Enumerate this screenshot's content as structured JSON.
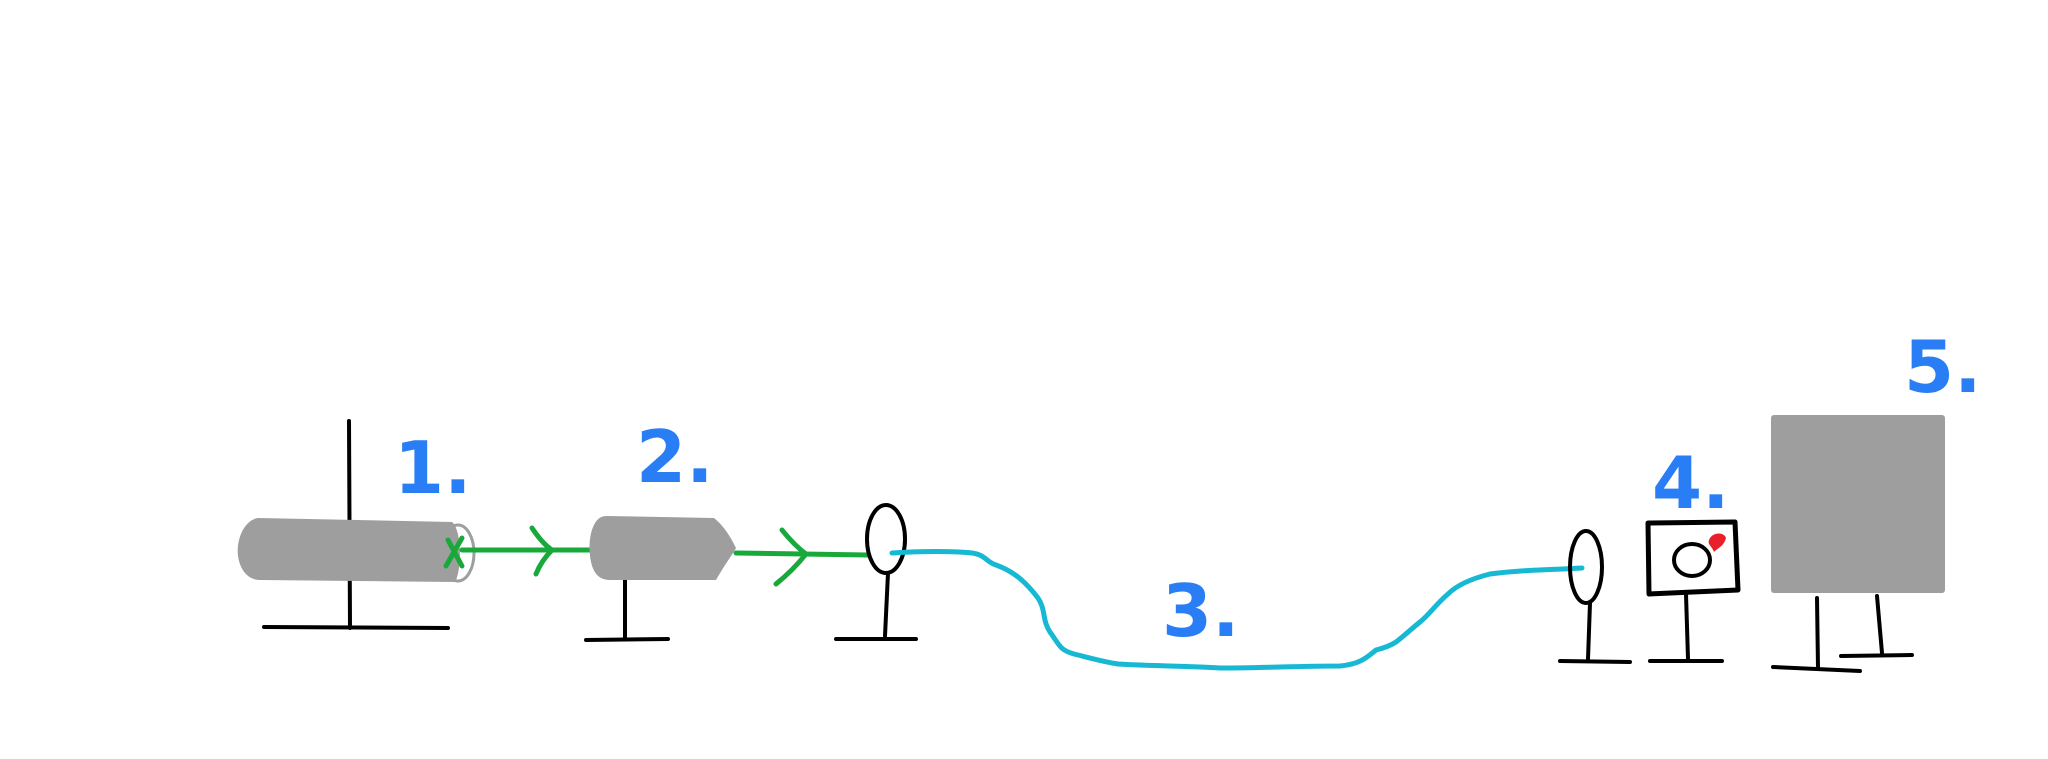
{
  "colors": {
    "label": "#2a7ef5",
    "beam": "#19a93b",
    "fiber": "#16b8d4",
    "body": "#9e9e9e",
    "stroke": "#000000",
    "indicator": "#e8202a"
  },
  "labels": {
    "laser": "1.",
    "optic": "2.",
    "fiber": "3.",
    "camera": "4.",
    "box": "5."
  }
}
